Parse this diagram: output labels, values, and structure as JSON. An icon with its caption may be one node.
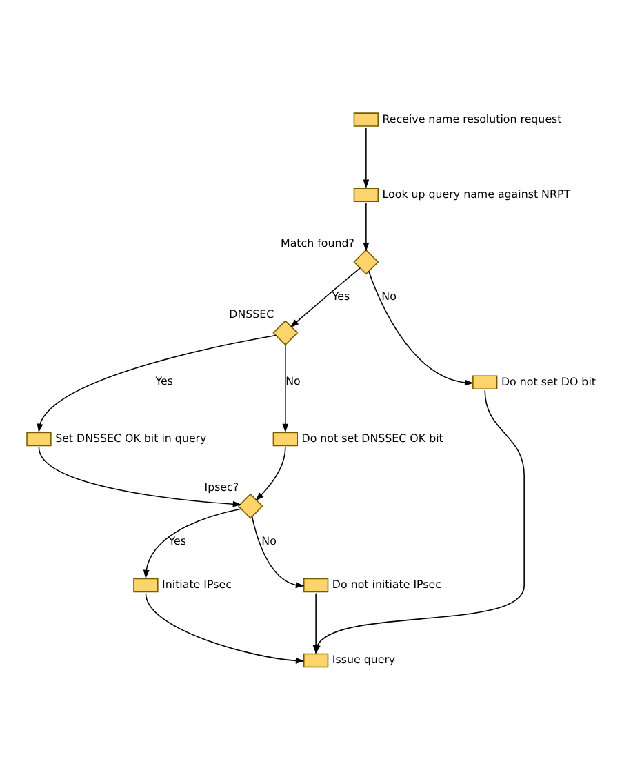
{
  "diagram": {
    "nodes": [
      {
        "text": [],
        "shape": "box",
        "beside": [
          "Receive name resolution request"
        ]
      },
      {
        "text": [],
        "shape": "box",
        "beside": [
          "Look up query name against NRPT"
        ]
      },
      {
        "text": [],
        "shape": "diamond",
        "beside": [
          "Match found?"
        ]
      },
      {
        "text": [],
        "shape": "diamond",
        "beside": [
          "DNSSEC"
        ]
      },
      {
        "text": [],
        "shape": "box",
        "beside": [
          "Set DNSSEC OK bit in query"
        ]
      },
      {
        "text": [],
        "shape": "box",
        "beside": [
          "Do not set DNSSEC OK bit"
        ]
      },
      {
        "text": [],
        "shape": "box",
        "beside": [
          "Do not set DO bit"
        ]
      },
      {
        "text": [],
        "shape": "diamond",
        "beside": [
          "Ipsec?"
        ]
      },
      {
        "text": [],
        "shape": "box",
        "beside": [
          "Initiate IPsec"
        ]
      },
      {
        "text": [],
        "shape": "box",
        "beside": [
          "Do not initiate IPsec"
        ]
      },
      {
        "text": [],
        "shape": "box",
        "beside": [
          "Issue query"
        ]
      }
    ],
    "edges": [
      {
        "from": 0,
        "to": 1,
        "arrow": "to"
      },
      {
        "from": 1,
        "to": 2,
        "arrow": "to"
      },
      {
        "from": 2,
        "to": 3,
        "arrow": "to",
        "label": "Yes"
      },
      {
        "from": 2,
        "to": 6,
        "arrow": "to",
        "label": "No"
      },
      {
        "from": 3,
        "to": 4,
        "arrow": "to",
        "label": "Yes"
      },
      {
        "from": 3,
        "to": 5,
        "arrow": "to",
        "label": "No"
      },
      {
        "from": 4,
        "to": 7,
        "arrow": "to"
      },
      {
        "from": 5,
        "to": 7,
        "arrow": "to"
      },
      {
        "from": 7,
        "to": 8,
        "arrow": "to",
        "label": "Yes"
      },
      {
        "from": 7,
        "to": 9,
        "arrow": "to",
        "label": "No"
      },
      {
        "from": 8,
        "to": 10,
        "arrow": "to"
      },
      {
        "from": 9,
        "to": 10,
        "arrow": "to"
      },
      {
        "from": 6,
        "to": 10,
        "arrow": "to"
      }
    ]
  }
}
